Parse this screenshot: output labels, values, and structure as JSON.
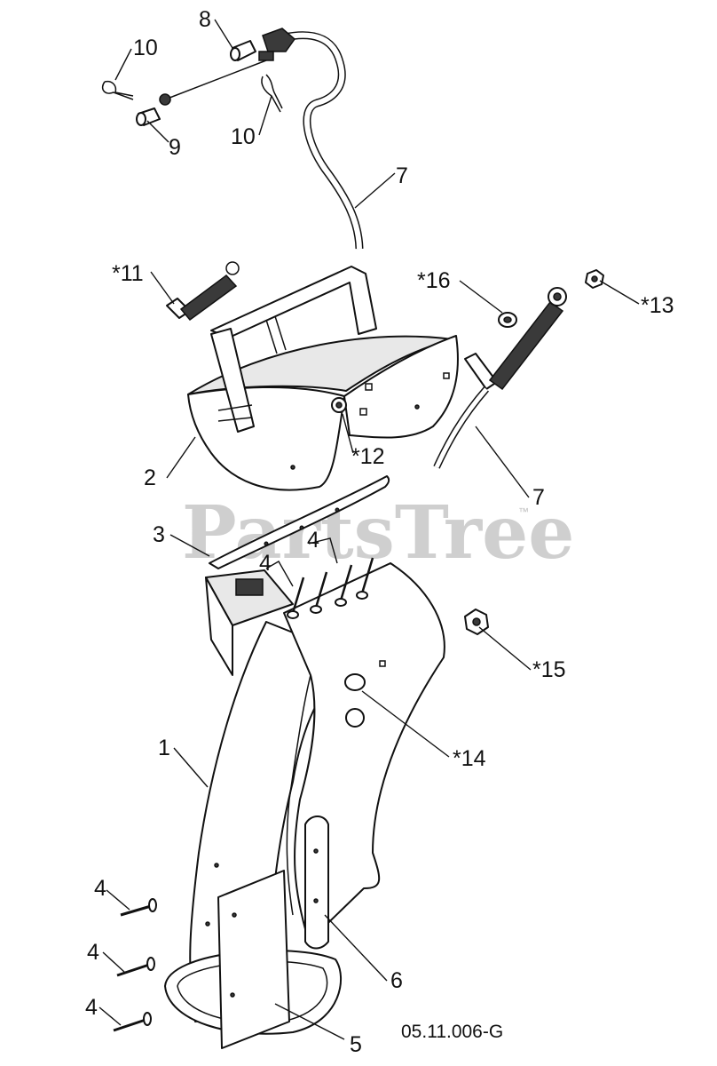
{
  "watermark": {
    "text": "PartsTree",
    "trademark": "™"
  },
  "figure_code": "05.11.006-G",
  "callouts": [
    {
      "id": "callout-8",
      "text": "8"
    },
    {
      "id": "callout-10-top",
      "text": "10"
    },
    {
      "id": "callout-9",
      "text": "9"
    },
    {
      "id": "callout-10-mid",
      "text": "10"
    },
    {
      "id": "callout-7-top",
      "text": "7"
    },
    {
      "id": "callout-11",
      "text": "*11"
    },
    {
      "id": "callout-16",
      "text": "*16"
    },
    {
      "id": "callout-13",
      "text": "*13"
    },
    {
      "id": "callout-2",
      "text": "2"
    },
    {
      "id": "callout-12",
      "text": "*12"
    },
    {
      "id": "callout-7-right",
      "text": "7"
    },
    {
      "id": "callout-3",
      "text": "3"
    },
    {
      "id": "callout-4-top-right",
      "text": "4"
    },
    {
      "id": "callout-4-top-left",
      "text": "4"
    },
    {
      "id": "callout-15",
      "text": "*15"
    },
    {
      "id": "callout-14",
      "text": "*14"
    },
    {
      "id": "callout-1",
      "text": "1"
    },
    {
      "id": "callout-4-low-1",
      "text": "4"
    },
    {
      "id": "callout-4-low-2",
      "text": "4"
    },
    {
      "id": "callout-4-low-3",
      "text": "4"
    },
    {
      "id": "callout-6",
      "text": "6"
    },
    {
      "id": "callout-5",
      "text": "5"
    }
  ]
}
